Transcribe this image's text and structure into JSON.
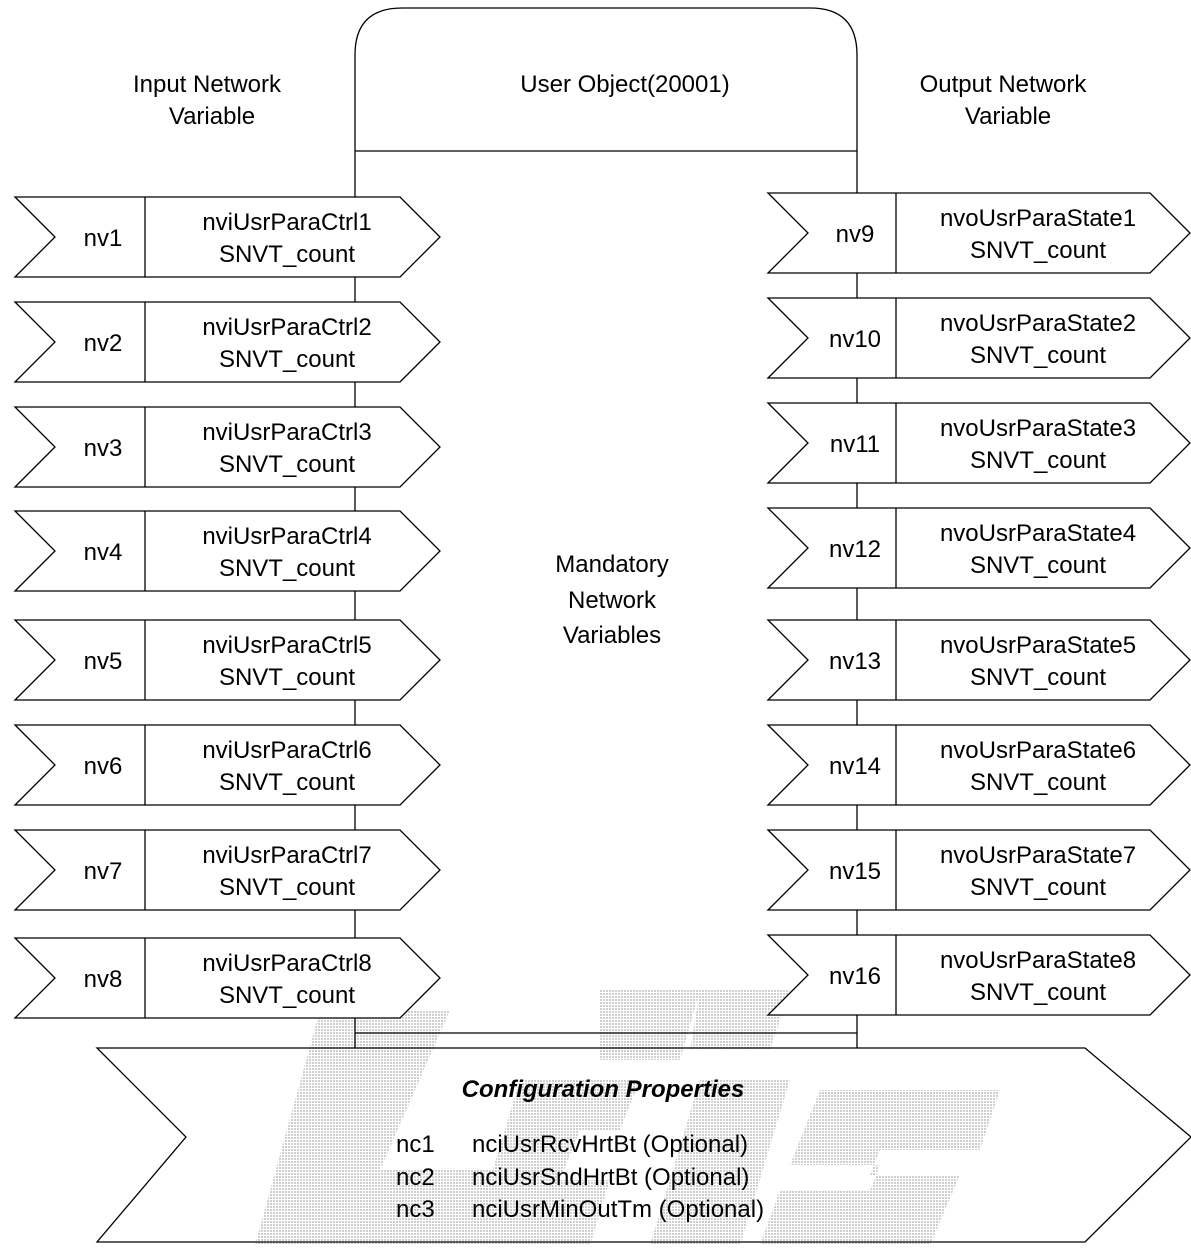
{
  "object_title": "User Object(20001)",
  "input_header": [
    "Input Network",
    "Variable"
  ],
  "output_header": [
    "Output Network",
    "Variable"
  ],
  "mandatory_label": [
    "Mandatory",
    "Network",
    "Variables"
  ],
  "inputs": [
    {
      "id": "nv1",
      "name": "nviUsrParaCtrl1",
      "type": "SNVT_count"
    },
    {
      "id": "nv2",
      "name": "nviUsrParaCtrl2",
      "type": "SNVT_count"
    },
    {
      "id": "nv3",
      "name": "nviUsrParaCtrl3",
      "type": "SNVT_count"
    },
    {
      "id": "nv4",
      "name": "nviUsrParaCtrl4",
      "type": "SNVT_count"
    },
    {
      "id": "nv5",
      "name": "nviUsrParaCtrl5",
      "type": "SNVT_count"
    },
    {
      "id": "nv6",
      "name": "nviUsrParaCtrl6",
      "type": "SNVT_count"
    },
    {
      "id": "nv7",
      "name": "nviUsrParaCtrl7",
      "type": "SNVT_count"
    },
    {
      "id": "nv8",
      "name": "nviUsrParaCtrl8",
      "type": "SNVT_count"
    }
  ],
  "outputs": [
    {
      "id": "nv9",
      "name": "nvoUsrParaState1",
      "type": "SNVT_count"
    },
    {
      "id": "nv10",
      "name": "nvoUsrParaState2",
      "type": "SNVT_count"
    },
    {
      "id": "nv11",
      "name": "nvoUsrParaState3",
      "type": "SNVT_count"
    },
    {
      "id": "nv12",
      "name": "nvoUsrParaState4",
      "type": "SNVT_count"
    },
    {
      "id": "nv13",
      "name": "nvoUsrParaState5",
      "type": "SNVT_count"
    },
    {
      "id": "nv14",
      "name": "nvoUsrParaState6",
      "type": "SNVT_count"
    },
    {
      "id": "nv15",
      "name": "nvoUsrParaState7",
      "type": "SNVT_count"
    },
    {
      "id": "nv16",
      "name": "nvoUsrParaState8",
      "type": "SNVT_count"
    }
  ],
  "config": {
    "title": "Configuration Properties",
    "items": [
      {
        "id": "nc1",
        "name": "nciUsrRcvHrtBt (Optional)"
      },
      {
        "id": "nc2",
        "name": "nciUsrSndHrtBt (Optional)"
      },
      {
        "id": "nc3",
        "name": "nciUsrMinOutTm (Optional)"
      }
    ]
  },
  "watermark": "LSis",
  "colors": {
    "stroke": "#000000",
    "watermark": "#d6d6d6",
    "background": "#ffffff"
  }
}
